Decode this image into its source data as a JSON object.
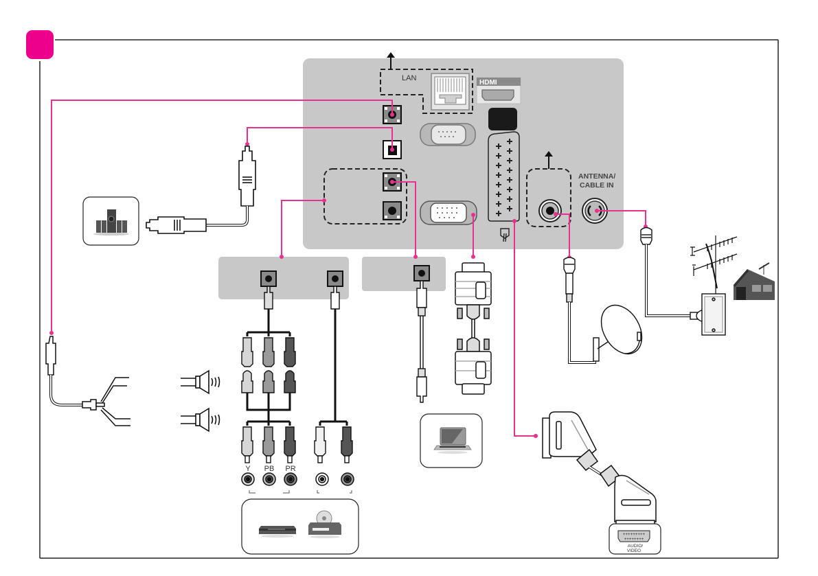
{
  "diagram": {
    "step_badge": "",
    "accent_color": "#e4007f",
    "cable_color": "#e8308f",
    "panel_color": "#c8c8c8",
    "tv_panel": {
      "lan_label": "LAN",
      "hdmi_label": "HDMI",
      "antenna_label_line1": "ANTENNA/",
      "antenna_label_line2": "CABLE IN"
    },
    "component": {
      "labels": [
        "Y",
        "PB",
        "PR"
      ]
    },
    "scart_device": {
      "label_line1": "AUDIO/",
      "label_line2": "VIDEO"
    },
    "devices": [
      {
        "name": "home-theater-speakers"
      },
      {
        "name": "headphone-speakers"
      },
      {
        "name": "dvd-player"
      },
      {
        "name": "laptop"
      },
      {
        "name": "satellite-dish"
      },
      {
        "name": "terrestrial-antenna"
      },
      {
        "name": "scart-device"
      }
    ]
  }
}
